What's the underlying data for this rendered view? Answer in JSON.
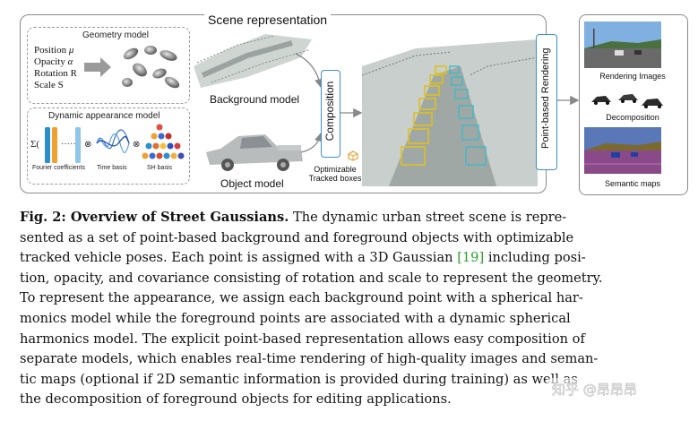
{
  "figure": {
    "scene_title": "Scene representation",
    "geometry": {
      "title": "Geometry model",
      "params": [
        {
          "name": "Position",
          "symbol": "μ"
        },
        {
          "name": "Opacity",
          "symbol": "α"
        },
        {
          "name": "Rotation",
          "symbol": "R"
        },
        {
          "name": "Scale",
          "symbol": "S"
        }
      ]
    },
    "dynamic": {
      "title": "Dynamic appearance model",
      "captions": [
        "Fourier coefficients",
        "Time basis",
        "SH basis"
      ]
    },
    "background_label": "Background model",
    "object_label": "Object model",
    "composition_label": "Composition",
    "tracked_label_1": "Optimizable",
    "tracked_label_2": "Tracked boxes",
    "rendering_label": "Point-based Rendering",
    "outputs": {
      "rendering_images": "Rendering Images",
      "decomposition": "Decomposition",
      "semantic_maps": "Semantic maps"
    }
  },
  "caption": {
    "label": "Fig. 2: Overview of Street Gaussians.",
    "lines": [
      "The dynamic urban street scene is repre-",
      "sented as a set of point-based background and foreground objects with optimizable",
      "tracked vehicle poses. Each point is assigned with a 3D Gaussian",
      "including posi-",
      "tion, opacity, and covariance consisting of rotation and scale to represent the geometry.",
      "To represent the appearance, we assign each background point with a spherical har-",
      "monics model while the foreground points are associated with a dynamic spherical",
      "harmonics model. The explicit point-based representation allows easy composition of",
      "separate models, which enables real-time rendering of high-quality images and seman-",
      "tic maps (optional if 2D semantic information is provided during training) as well as",
      "the decomposition of foreground objects for editing applications."
    ],
    "ref_number": "[19]"
  },
  "watermark": "知乎 @昂昂昂"
}
